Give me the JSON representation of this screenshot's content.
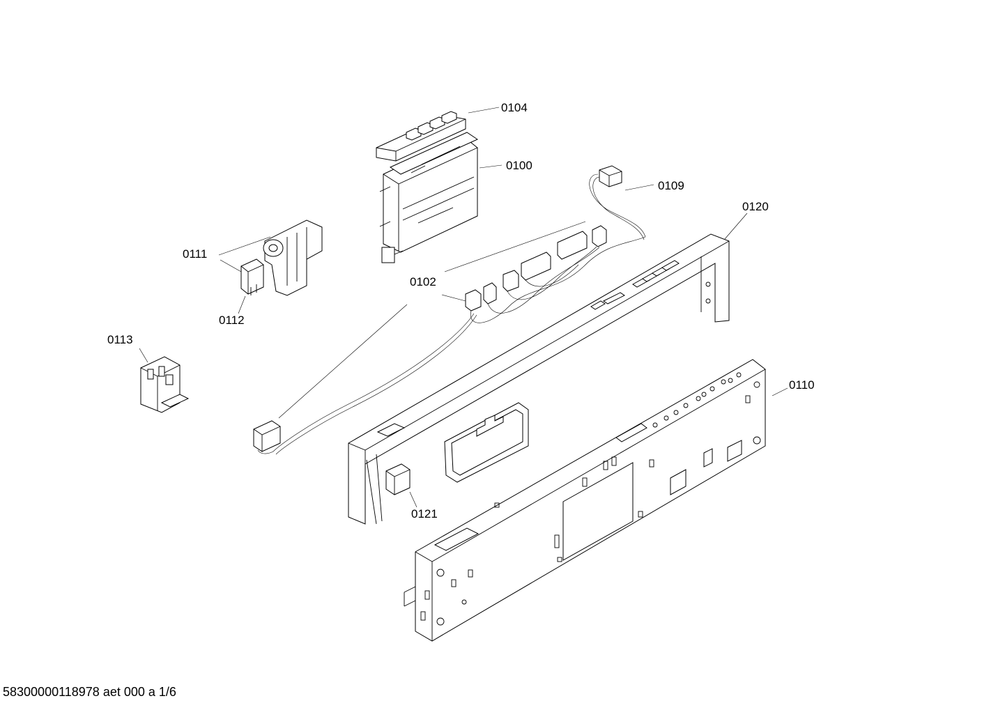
{
  "diagram": {
    "labels": {
      "p0104": "0104",
      "p0100": "0100",
      "p0109": "0109",
      "p0120": "0120",
      "p0111": "0111",
      "p0102": "0102",
      "p0112": "0112",
      "p0113": "0113",
      "p0110": "0110",
      "p0121": "0121"
    },
    "footer": "58300000118978 aet 000 a 1/6"
  }
}
